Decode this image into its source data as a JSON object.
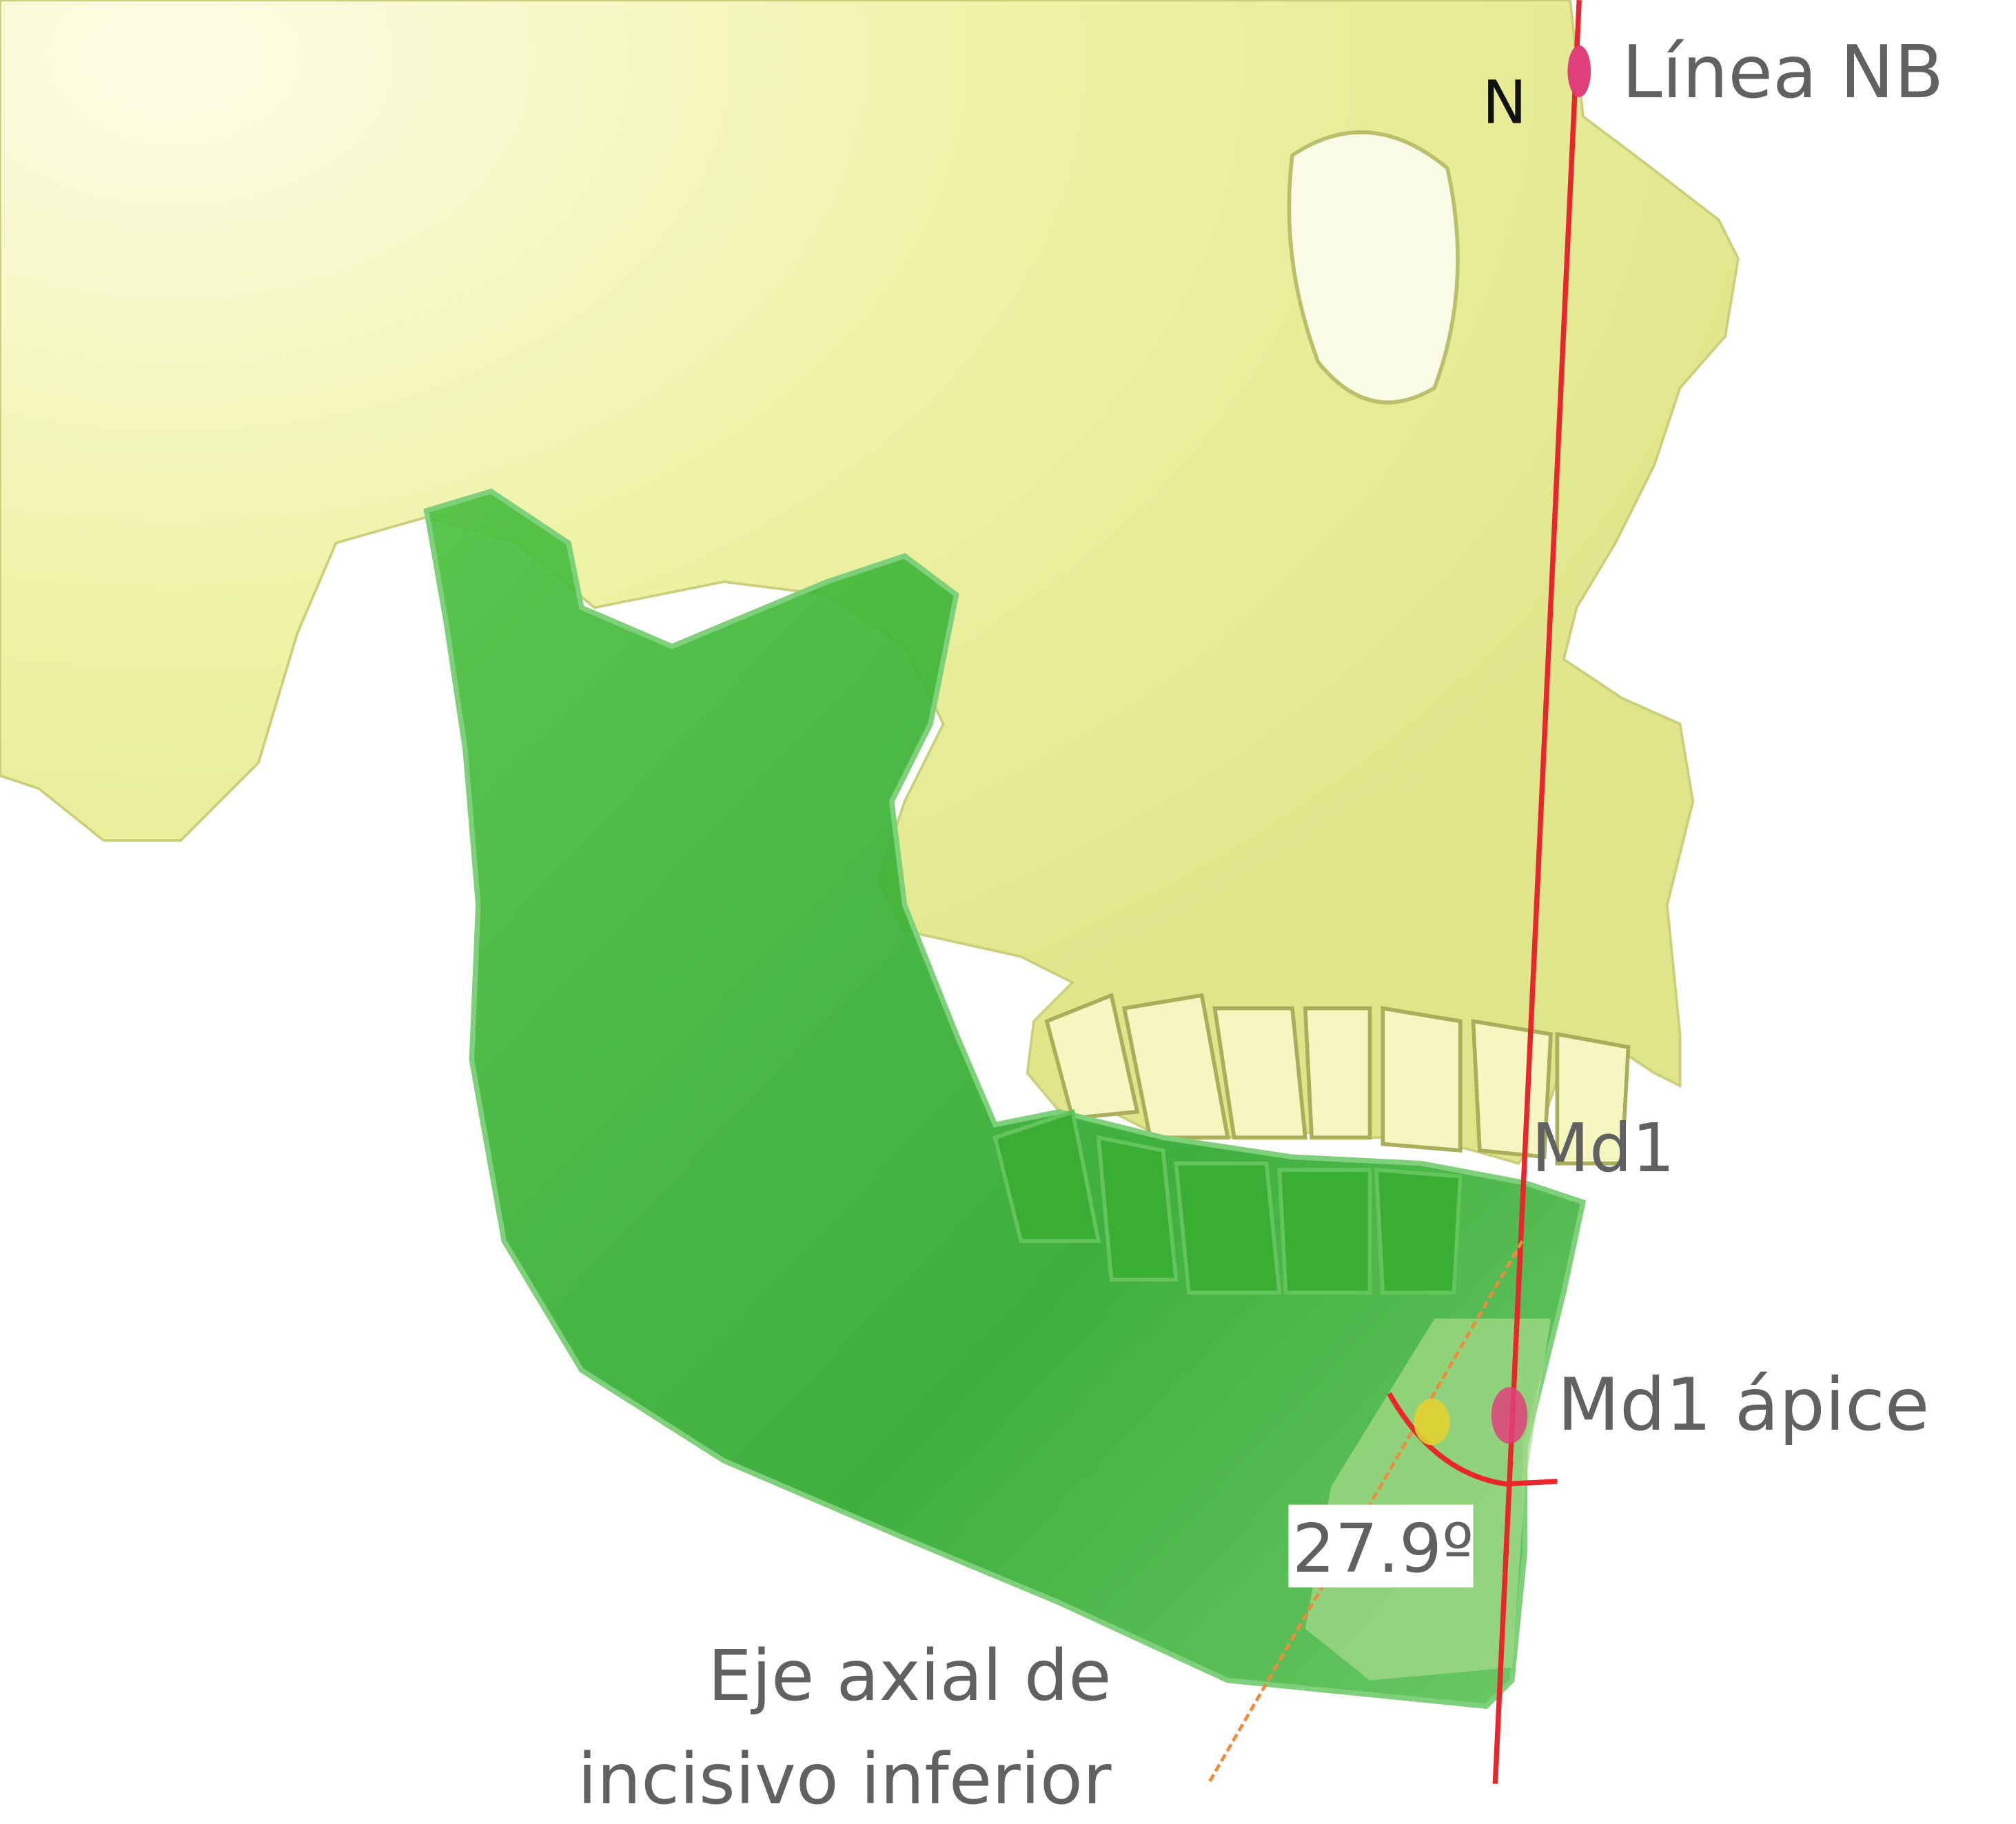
{
  "labels": {
    "line_nb": "Línea NB",
    "nasion": "N",
    "md1": "Md1",
    "md1_apex": "Md1 ápice",
    "angle": "27.9º",
    "axis_line1": "Eje axial de",
    "axis_line2": "incisivo inferior"
  },
  "colors": {
    "skull": "#f1f3a8",
    "mandible": "#3cb43c",
    "nb_line": "#e8262c",
    "axis_line": "#f08a3c",
    "landmark": "#e0407a",
    "text": "#616161"
  }
}
